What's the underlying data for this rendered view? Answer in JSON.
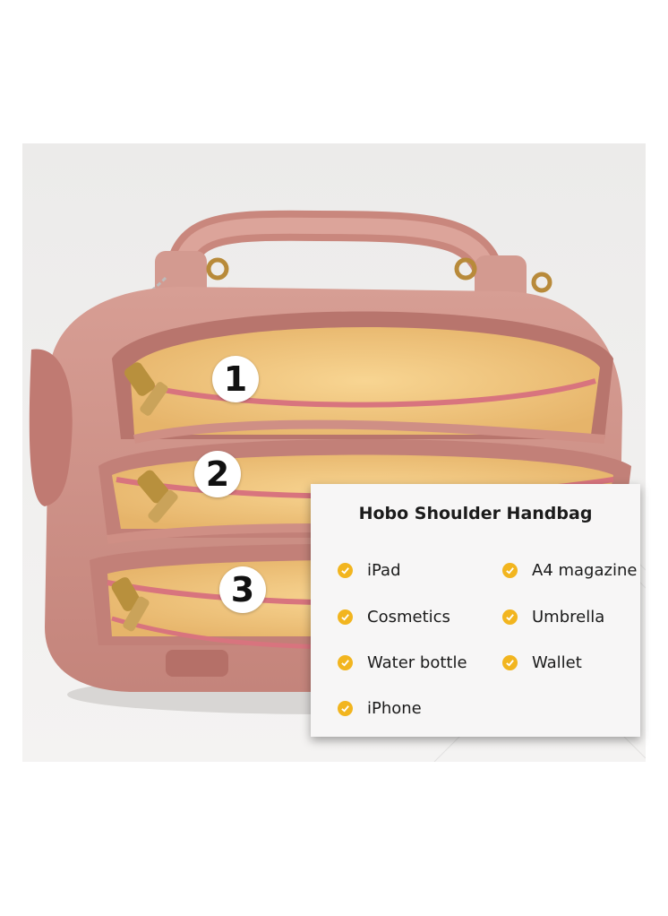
{
  "numbers": [
    "1",
    "2",
    "3"
  ],
  "card": {
    "title": "Hobo Shoulder Handbag",
    "left_items": [
      "iPad",
      "Cosmetics",
      "Water bottle",
      "iPhone"
    ],
    "right_items": [
      "A4 magazine",
      "Umbrella",
      "Wallet"
    ]
  },
  "colors": {
    "bag": "#cf8f85",
    "lining": "#f3c77d",
    "zipper": "#d8747e",
    "check": "#f2b51f"
  },
  "icons": {
    "check": "check-circle-icon"
  }
}
